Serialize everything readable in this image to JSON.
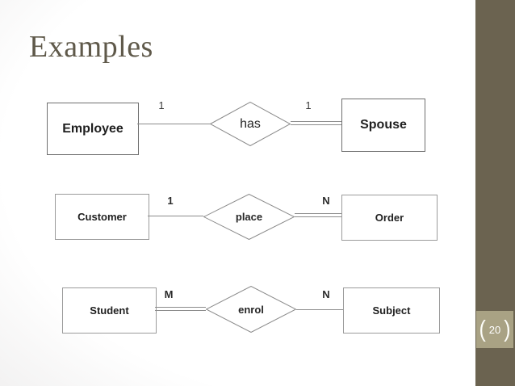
{
  "slide": {
    "title": "Examples",
    "page_number": "20"
  },
  "theme": {
    "title_color": "#5f594a",
    "accent_bar_color": "#6b6350",
    "badge_color": "#a9a284",
    "badge_text_color": "#ffffff",
    "connector_line_color": "#8c8c8c"
  },
  "badge": {
    "open_bracket": "(",
    "page_number": "20",
    "close_bracket": ")"
  },
  "diagrams": [
    {
      "left_entity": "Employee",
      "left_cardinality": "1",
      "relationship": "has",
      "right_cardinality": "1",
      "right_entity": "Spouse",
      "left_connector": "single",
      "right_connector": "double"
    },
    {
      "left_entity": "Customer",
      "left_cardinality": "1",
      "relationship": "place",
      "right_cardinality": "N",
      "right_entity": "Order",
      "left_connector": "single",
      "right_connector": "double"
    },
    {
      "left_entity": "Student",
      "left_cardinality": "M",
      "relationship": "enrol",
      "right_cardinality": "N",
      "right_entity": "Subject",
      "left_connector": "double",
      "right_connector": "single"
    }
  ]
}
